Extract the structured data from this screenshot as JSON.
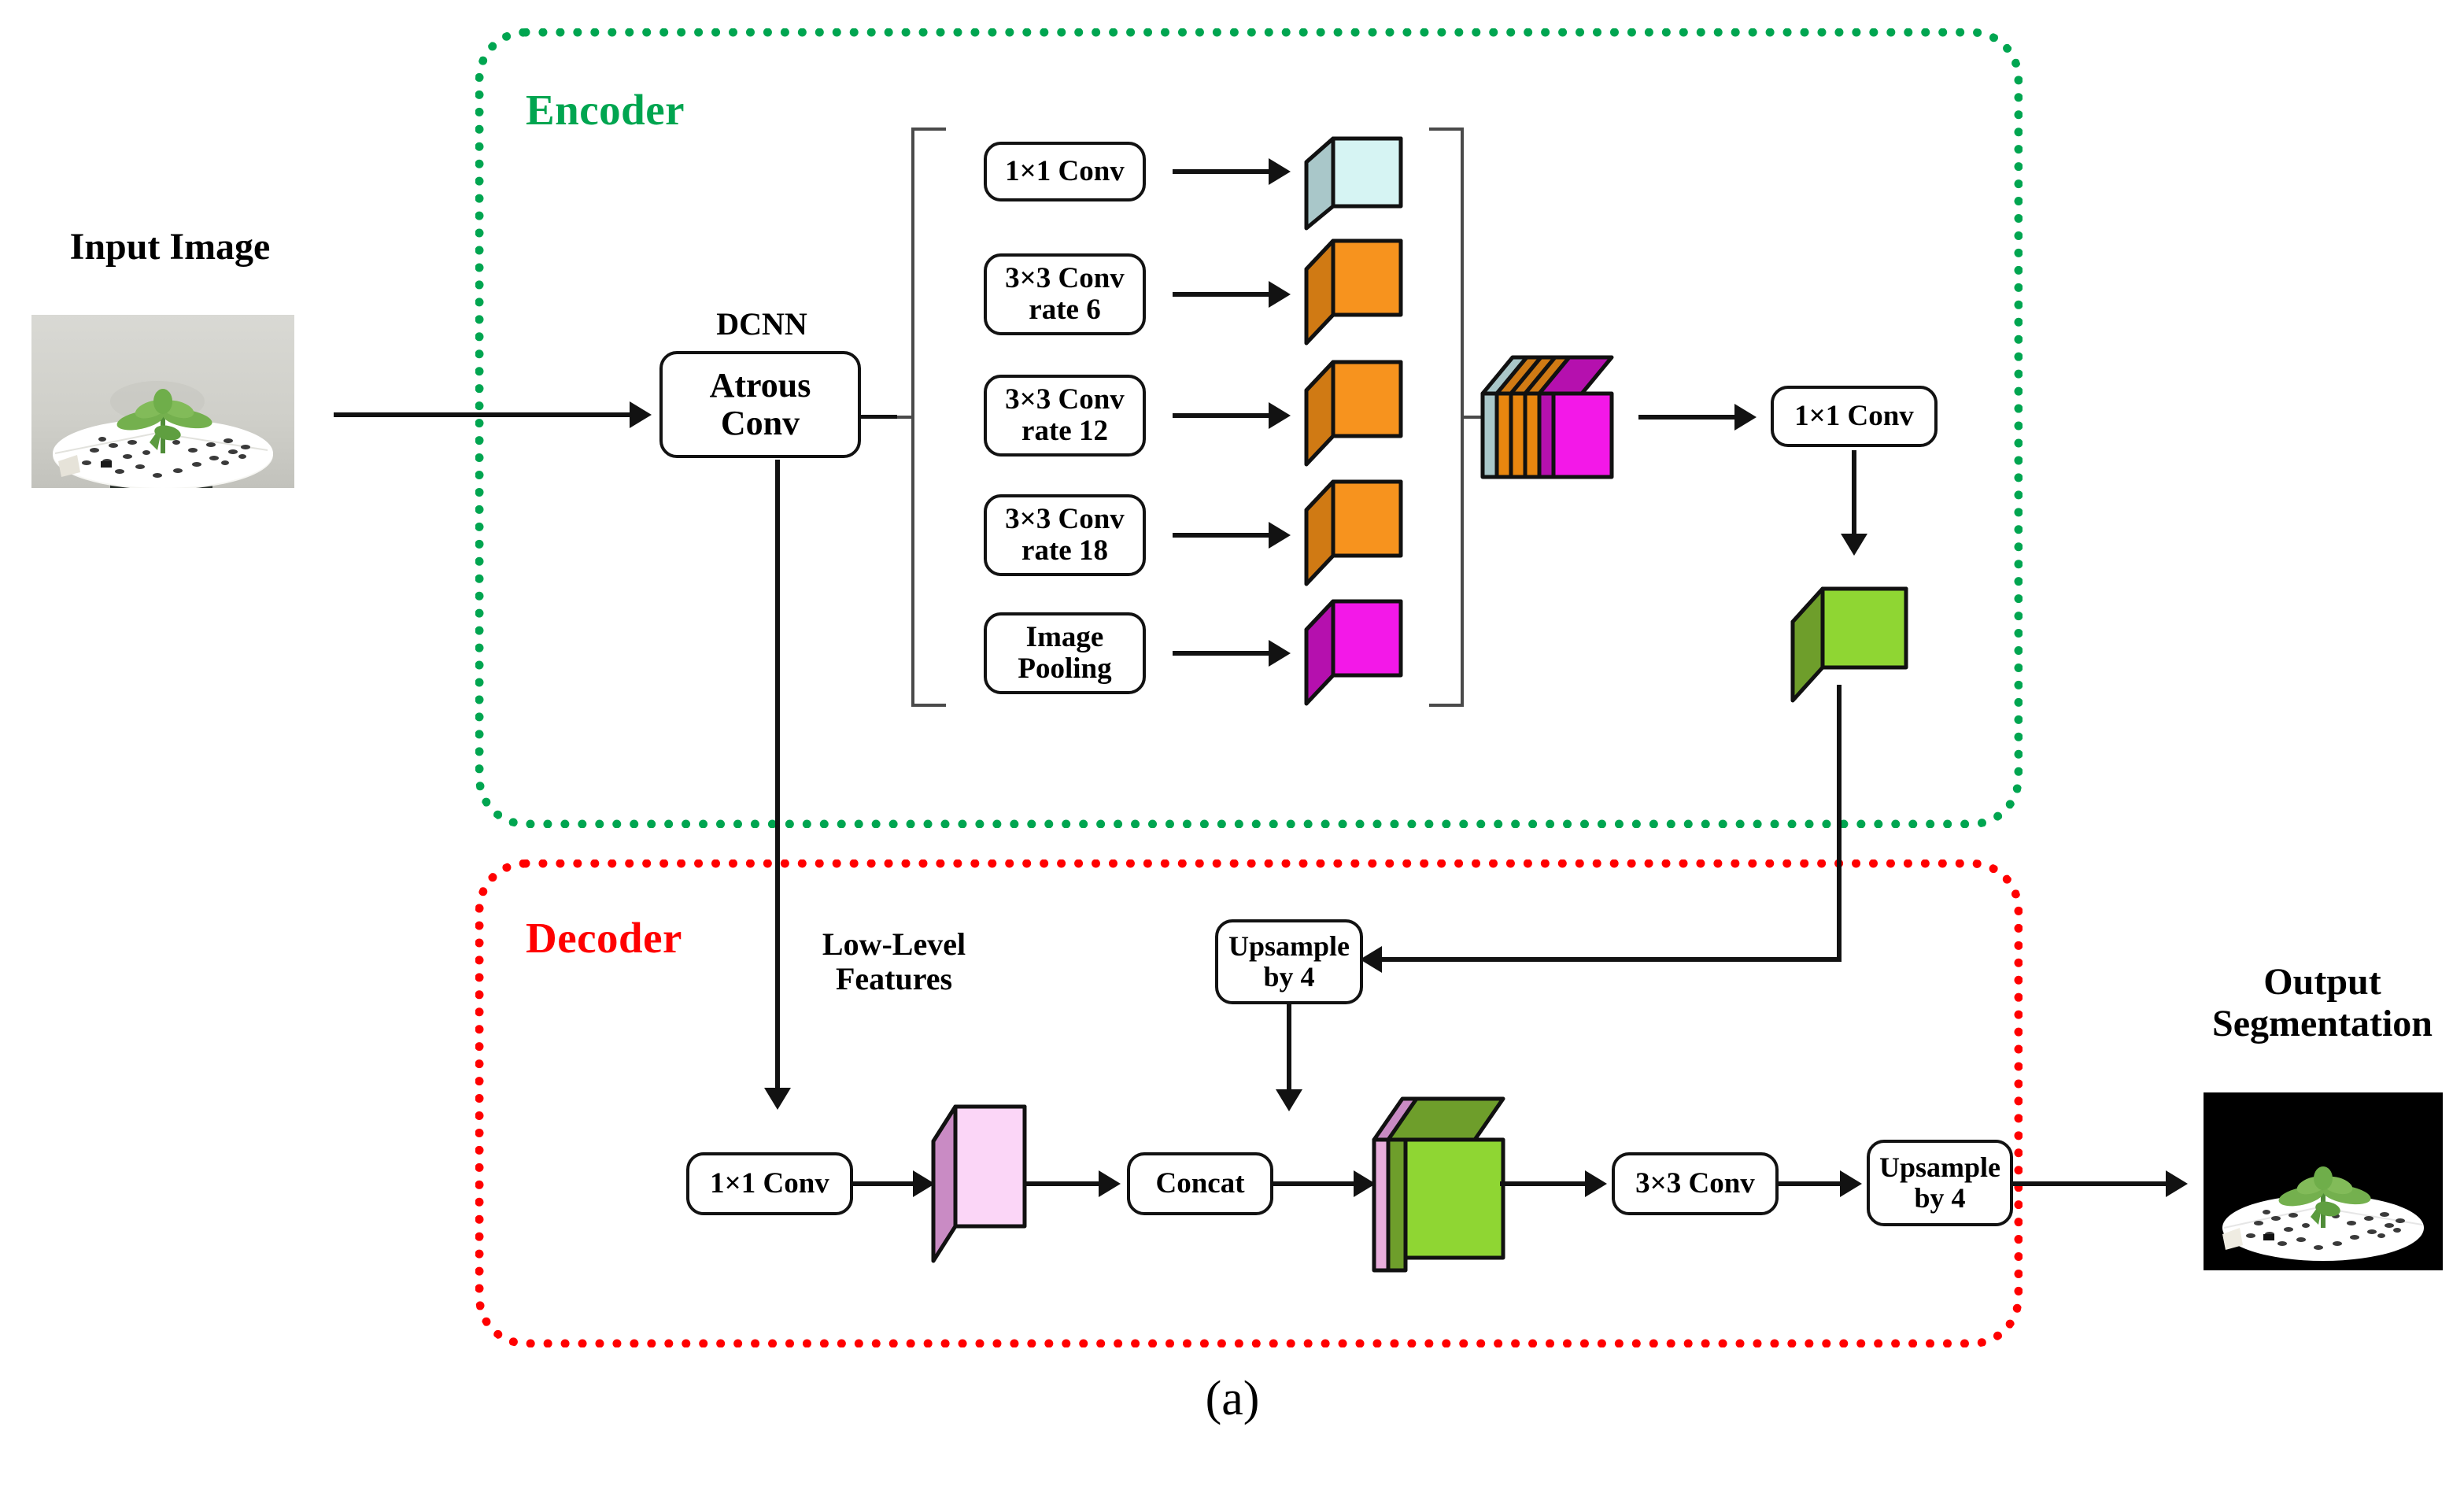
{
  "figure": {
    "caption": "(a)",
    "diagram_type": "DeepLabv3+ encoder-decoder semantic segmentation architecture"
  },
  "regions": {
    "encoder": {
      "label": "Encoder",
      "color": "#00A550",
      "border_style": "dotted"
    },
    "decoder": {
      "label": "Decoder",
      "color": "#FF0000",
      "border_style": "dotted"
    }
  },
  "io": {
    "input_label": "Input Image",
    "output_label": "Output\nSegmentation",
    "input_photo_alt": "seedling on white perforated disc, gray background",
    "output_photo_alt": "segmented seedling on white disc, black background"
  },
  "backbone": {
    "caption": "DCNN",
    "box_label": "Atrous\nConv",
    "skip_label": "Low-Level\nFeatures"
  },
  "aspp": {
    "branches": [
      {
        "label": "1×1 Conv",
        "slab_color": "#D6F4F3",
        "slab_top": "#A9C7C9",
        "slab_side": "#A9C7C9"
      },
      {
        "label": "3×3 Conv\nrate 6",
        "slab_color": "#F7931E",
        "slab_top": "#D07A14",
        "slab_side": "#D07A14"
      },
      {
        "label": "3×3 Conv\nrate 12",
        "slab_color": "#F7931E",
        "slab_top": "#D07A14",
        "slab_side": "#D07A14"
      },
      {
        "label": "3×3 Conv\nrate 18",
        "slab_color": "#F7931E",
        "slab_top": "#D07A14",
        "slab_side": "#D07A14"
      },
      {
        "label": "Image\nPooling",
        "slab_color": "#F318E8",
        "slab_top": "#B510AE",
        "slab_side": "#B510AE"
      }
    ],
    "concat_stack_alt": "five concatenated feature maps: cyan, orange, orange, orange, magenta",
    "projection_label": "1×1 Conv",
    "encoder_output_slab": {
      "color": "#8FD633",
      "top": "#6E9E2B",
      "side": "#6E9E2B"
    }
  },
  "decoder": {
    "low_level_conv_label": "1×1 Conv",
    "low_level_slab": {
      "color": "#FBD6F7",
      "top": "#C98BC4",
      "side": "#C98BC4"
    },
    "concat_label": "Concat",
    "concat_slab": {
      "front_color": "#8FD633",
      "front_top": "#6E9E2B",
      "back_color": "#E9AEDC",
      "back_top": "#C98BC4"
    },
    "refine_conv_label": "3×3 Conv",
    "upsample_encoder_label": "Upsample\nby 4",
    "upsample_final_label": "Upsample\nby 4"
  }
}
